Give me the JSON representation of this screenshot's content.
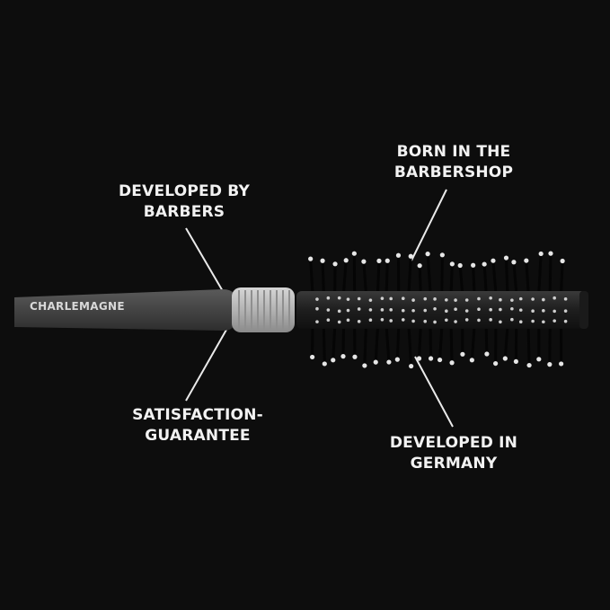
{
  "brand": {
    "handle_text": "CHARLEMAGNE"
  },
  "callouts": {
    "developed_by_barbers": {
      "line1": "DEVELOPED BY",
      "line2": "BARBERS"
    },
    "born_in_barbershop": {
      "line1": "BORN IN THE",
      "line2": "BARBERSHOP"
    },
    "satisfaction_guarantee": {
      "line1": "SATISFACTION-",
      "line2": "GUARANTEE"
    },
    "developed_in_germany": {
      "line1": "DEVELOPED IN",
      "line2": "GERMANY"
    }
  },
  "colors": {
    "background": "#0d0d0d",
    "text": "#f2f2f2",
    "handle": "#4a4a4a",
    "grip_ring": "#b9b9b9",
    "barrel": "#2a2a2a",
    "bristle_tip": "#e6e6e6"
  }
}
